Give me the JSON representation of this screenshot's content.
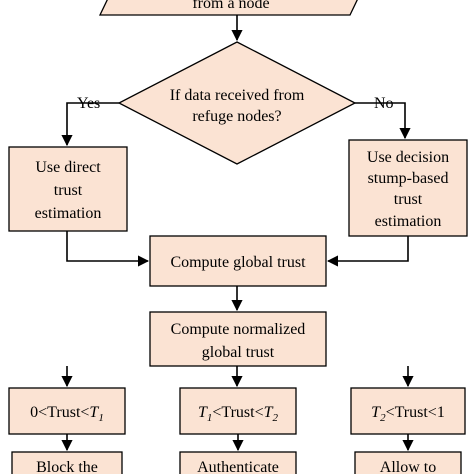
{
  "colors": {
    "box_fill": "#fbe3d3",
    "stroke": "#000000",
    "background": "#ffffff"
  },
  "nodes": {
    "start": {
      "text": "from a node"
    },
    "decision": {
      "line1": "If data received from",
      "line2": "refuge nodes?"
    },
    "direct": {
      "line1": "Use direct",
      "line2": "trust",
      "line3": "estimation"
    },
    "stump": {
      "line1": "Use decision",
      "line2": "stump-based",
      "line3": "trust",
      "line4": "estimation"
    },
    "global": {
      "text": "Compute global trust"
    },
    "normalized": {
      "line1": "Compute normalized",
      "line2": "global trust"
    },
    "range1": {
      "pre": "0<Trust<",
      "var": "T",
      "sub": "1"
    },
    "range2": {
      "var_a": "T",
      "sub_a": "1",
      "mid": "<Trust<",
      "var_b": "T",
      "sub_b": "2"
    },
    "range3": {
      "var": "T",
      "sub": "2",
      "post": "<Trust<1"
    },
    "block": {
      "text": "Block the"
    },
    "authenticate": {
      "text": "Authenticate"
    },
    "allow": {
      "text": "Allow to"
    }
  },
  "edge_labels": {
    "yes": "Yes",
    "no": "No"
  }
}
